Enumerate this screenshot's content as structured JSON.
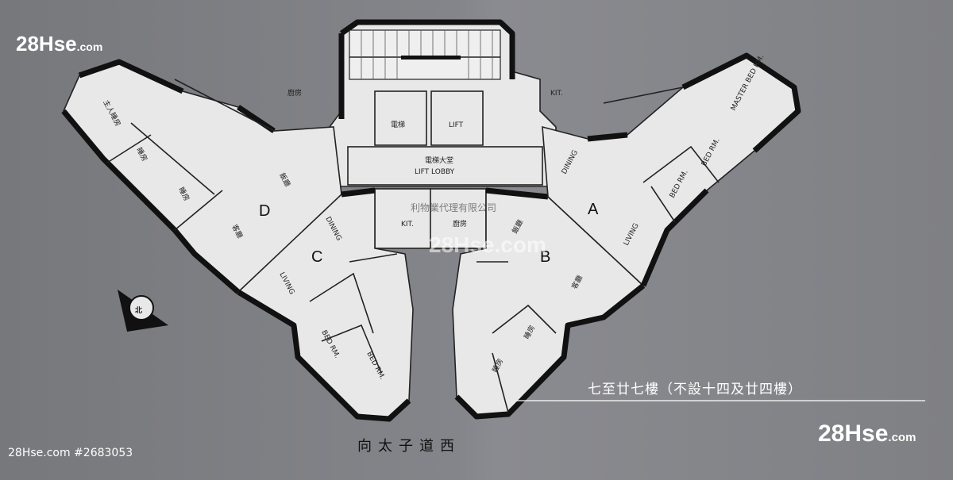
{
  "watermark": {
    "logo_top": "28Hse",
    "logo_top_suffix": ".com",
    "logo_bottom": "28Hse",
    "logo_bottom_suffix": ".com",
    "ref": "28Hse.com #2683053",
    "center_logo": "28Hse.com",
    "center_agent": "利物業代理有限公司"
  },
  "floor_caption": "七至廿七樓（不設十四及廿四樓）",
  "road_label": "向太子道西",
  "compass_label": "北",
  "units": {
    "a": "A",
    "b": "B",
    "c": "C",
    "d": "D"
  },
  "rooms": {
    "lift_zh": "電梯",
    "lift_en": "LIFT",
    "lobby_zh": "電梯大堂",
    "lobby_en": "LIFT LOBBY",
    "kit_en": "KIT.",
    "kit_zh": "廚房",
    "dining_en": "DINING",
    "dining_zh": "飯廳",
    "living_en": "LIVING",
    "living_zh": "客廳",
    "bed_en": "BED RM.",
    "bed_zh": "睡房",
    "master_en": "MASTER BED RM.",
    "master_zh": "主人睡房"
  },
  "colors": {
    "background": "#7b7c80",
    "floor": "#e8e8e8",
    "wall": "#111111",
    "caption_line": "#ffffff"
  }
}
